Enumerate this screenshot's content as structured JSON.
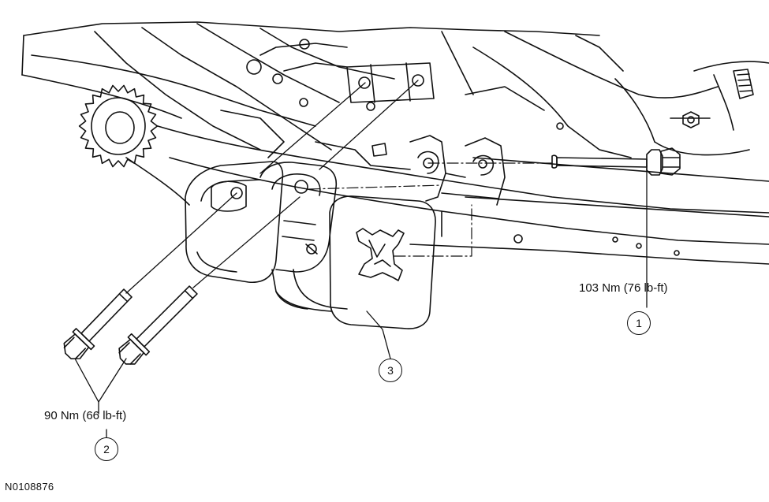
{
  "torque_labels": {
    "fastener_1": "103 Nm (76 lb-ft)",
    "fastener_2": "90 Nm (66 lb-ft)"
  },
  "callouts": {
    "item_1": "1",
    "item_2": "2",
    "item_3": "3"
  },
  "figure_id": "N0108876",
  "colors": {
    "line": "#111111",
    "background": "#ffffff"
  }
}
